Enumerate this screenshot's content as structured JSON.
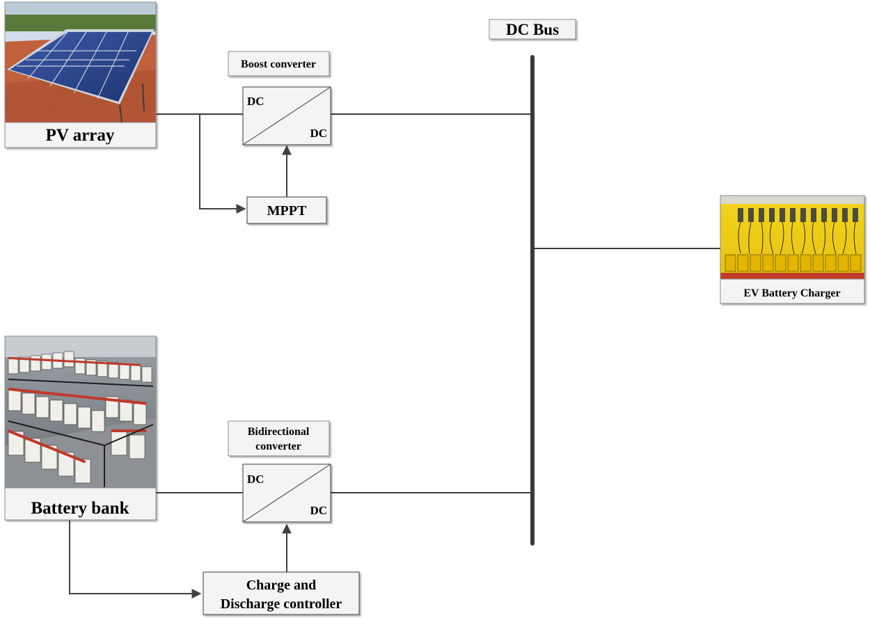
{
  "bus": {
    "label": "DC Bus"
  },
  "pv": {
    "label": "PV array",
    "image": "solar-panel-photo"
  },
  "battery": {
    "label": "Battery bank",
    "image": "battery-rack-photo"
  },
  "ev": {
    "label": "EV Battery Charger",
    "image": "ev-charger-photo"
  },
  "boost": {
    "title": "Boost converter",
    "in_label": "DC",
    "out_label": "DC"
  },
  "mppt": {
    "label": "MPPT"
  },
  "bidir": {
    "title_line1": "Bidirectional",
    "title_line2": "converter",
    "in_label": "DC",
    "out_label": "DC"
  },
  "controller": {
    "line1": "Charge and",
    "line2": "Discharge controller"
  }
}
